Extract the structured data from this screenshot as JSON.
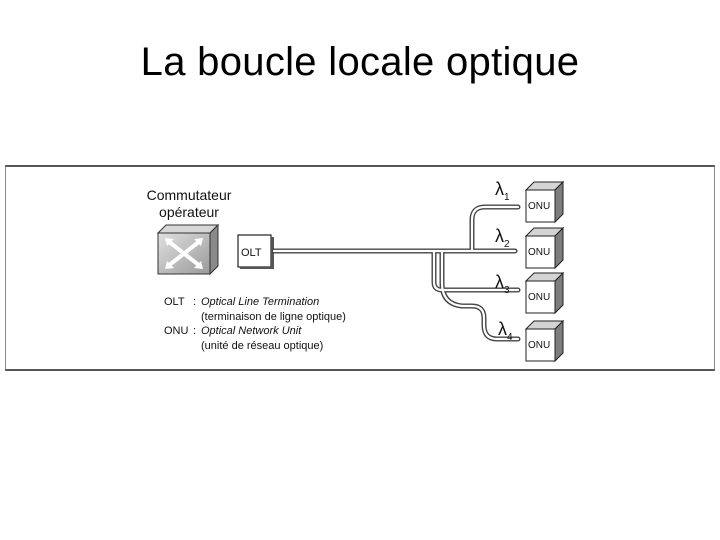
{
  "slide": {
    "title": "La boucle locale optique"
  },
  "diagram": {
    "switch_label_line1": "Commutateur",
    "switch_label_line2": "opérateur",
    "olt_label": "OLT",
    "onus": [
      {
        "label": "ONU",
        "wavelength": "λ",
        "subscript": "1"
      },
      {
        "label": "ONU",
        "wavelength": "λ",
        "subscript": "2"
      },
      {
        "label": "ONU",
        "wavelength": "λ",
        "subscript": "3"
      },
      {
        "label": "ONU",
        "wavelength": "λ",
        "subscript": "4"
      }
    ],
    "legend": {
      "olt_abbr": "OLT",
      "olt_sep": ":",
      "olt_name": "Optical Line Termination",
      "olt_desc": "(terminaison de ligne optique)",
      "onu_abbr": "ONU",
      "onu_sep": ":",
      "onu_name": "Optical Network Unit",
      "onu_desc": "(unité de réseau optique)"
    }
  }
}
